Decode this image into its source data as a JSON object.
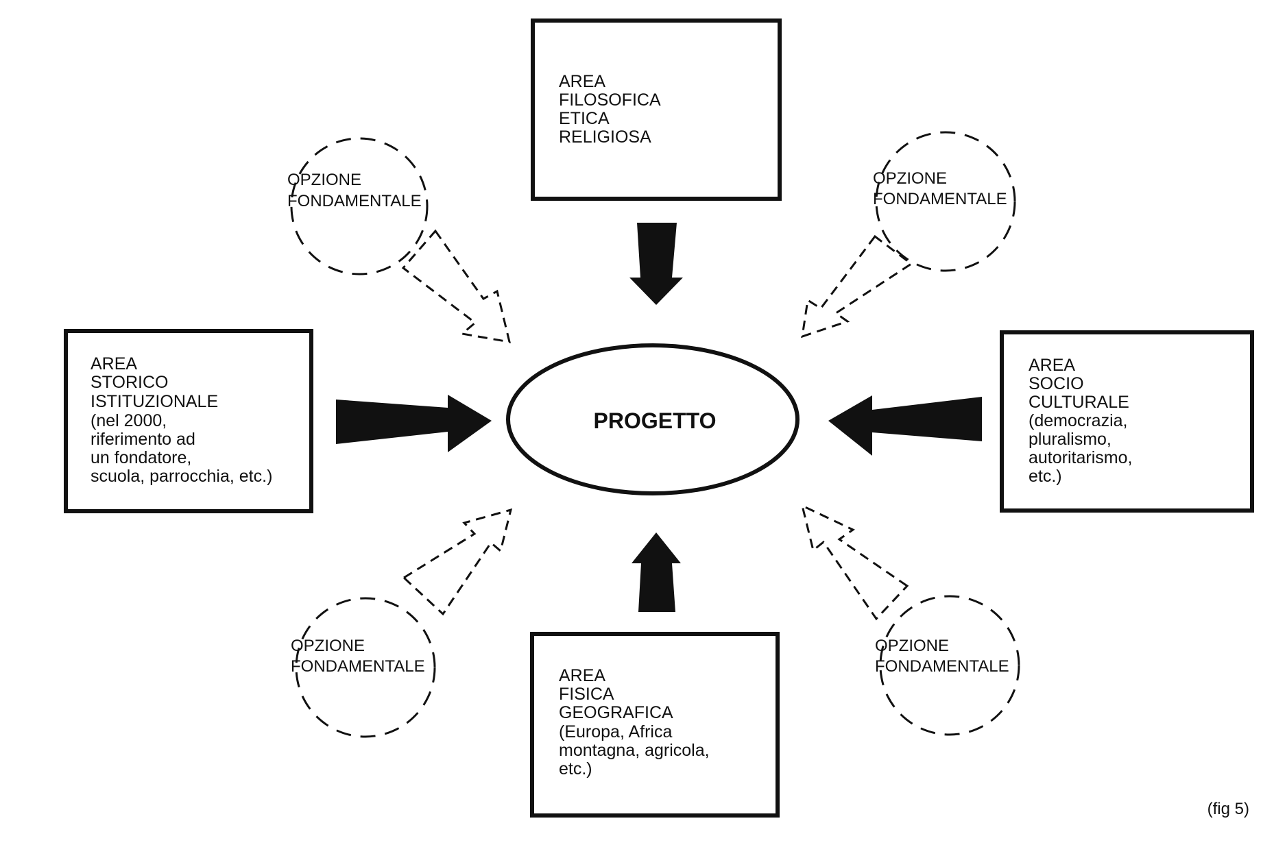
{
  "center": {
    "label": "PROGETTO"
  },
  "areas": {
    "top": {
      "lines": [
        "AREA",
        "FILOSOFICA",
        "ETICA",
        "RELIGIOSA"
      ]
    },
    "left": {
      "lines": [
        "AREA",
        "STORICO",
        "ISTITUZIONALE",
        "(nel 2000,",
        "riferimento ad",
        "un fondatore,",
        "scuola, parrocchia, etc.)"
      ]
    },
    "right": {
      "lines": [
        "AREA",
        "SOCIO",
        "CULTURALE",
        "(democrazia,",
        "pluralismo,",
        "autoritarismo,",
        "etc.)"
      ]
    },
    "bottom": {
      "lines": [
        "AREA",
        "FISICA",
        "GEOGRAFICA",
        "(Europa, Africa",
        "montagna, agricola,",
        "etc.)"
      ]
    }
  },
  "options": {
    "top_left": {
      "lines": [
        "OPZIONE",
        "FONDAMENTALE"
      ]
    },
    "top_right": {
      "lines": [
        "OPZIONE",
        "FONDAMENTALE"
      ]
    },
    "bottom_left": {
      "lines": [
        "OPZIONE",
        "FONDAMENTALE"
      ]
    },
    "bottom_right": {
      "lines": [
        "OPZIONE",
        "FONDAMENTALE"
      ]
    }
  },
  "figure_label": "(fig 5)"
}
